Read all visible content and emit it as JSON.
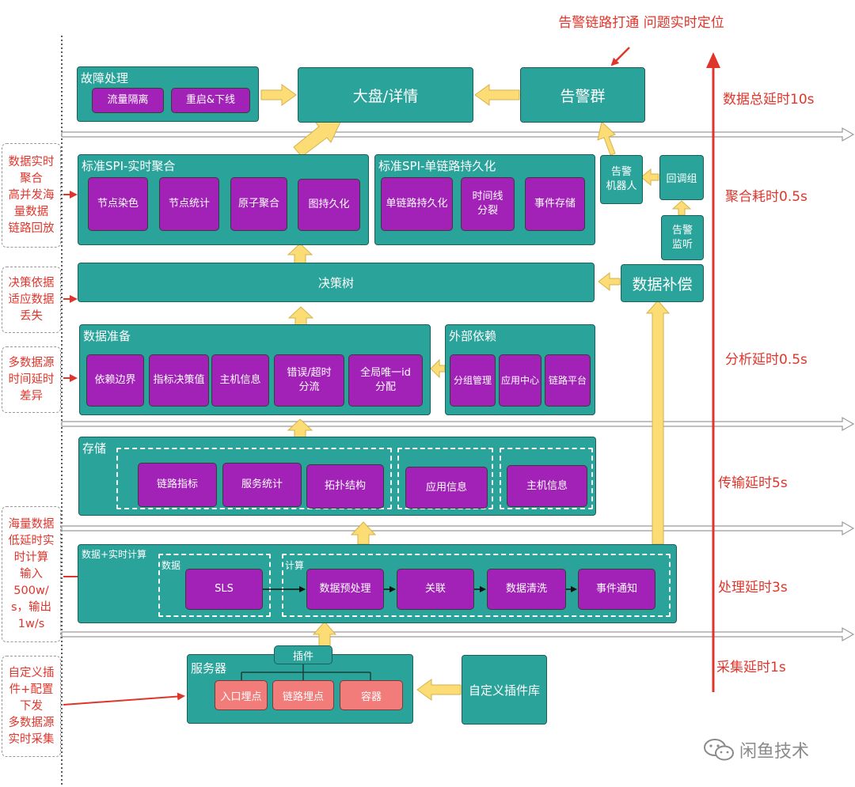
{
  "top_note": "告警链路打通\n问题实时定位",
  "watermark": "闲鱼技术",
  "latencies": {
    "total": "数据总延时10s",
    "aggregate": "聚合耗时0.5s",
    "analysis": "分析延时0.5s",
    "transfer": "传输延时5s",
    "process": "处理延时3s",
    "collect": "采集延时1s"
  },
  "left_notes": {
    "n1": "数据实时\n聚合\n高并发海\n量数据\n链路回放",
    "n2": "决策依据\n适应数据\n丢失",
    "n3": "多数据源\n时间延时\n差异",
    "n4": "海量数据\n低延时实\n时计算\n输入\n500w/\ns，输出\n1w/s",
    "n5": "自定义插\n件+配置\n下发\n多数据源\n实时采集"
  },
  "fault": {
    "title": "故障处理",
    "items": [
      "流量隔离",
      "重启&下线"
    ]
  },
  "dashboard": "大盘/详情",
  "alert_group": "告警群",
  "spi_agg": {
    "title": "标准SPI-实时聚合",
    "items": [
      "节点染色",
      "节点统计",
      "原子聚合",
      "图持久化"
    ]
  },
  "spi_persist": {
    "title": "标准SPI-单链路持久化",
    "items": [
      "单链路持久化",
      "时间线\n分裂",
      "事件存储"
    ]
  },
  "alert_robot": "告警\n机器人",
  "callback_group": "回调组",
  "alert_listen": "告警\n监听",
  "decision_tree": "决策树",
  "data_compensate": "数据补偿",
  "data_prep": {
    "title": "数据准备",
    "items": [
      "依赖边界",
      "指标决策值",
      "主机信息",
      "错误/超时\n分流",
      "全局唯一id\n分配"
    ]
  },
  "external_dep": {
    "title": "外部依赖",
    "items": [
      "分组管理",
      "应用中心",
      "链路平台"
    ]
  },
  "storage": {
    "title": "存储",
    "items": [
      "链路指标",
      "服务统计",
      "拓扑结构",
      "应用信息",
      "主机信息"
    ]
  },
  "compute": {
    "title": "数据+实时计算",
    "data_label": "数据",
    "calc_label": "计算",
    "sls": "SLS",
    "steps": [
      "数据预处理",
      "关联",
      "数据清洗",
      "事件通知"
    ]
  },
  "server": {
    "title": "服务器",
    "plugin": "插件",
    "items": [
      "入口埋点",
      "链路埋点",
      "容器"
    ]
  },
  "plugin_lib": "自定义插件库"
}
